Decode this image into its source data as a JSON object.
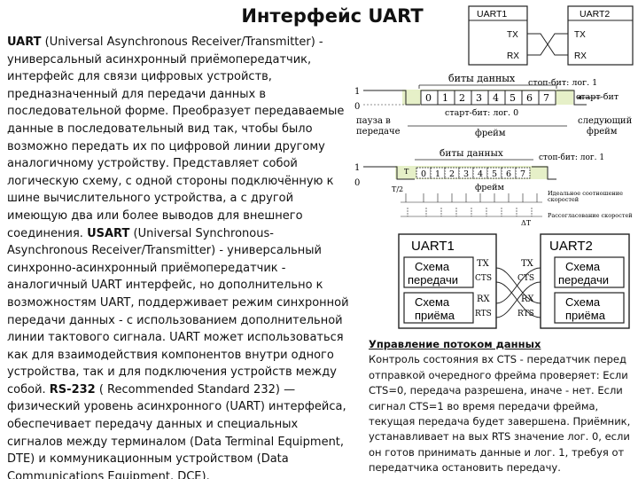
{
  "title": "Интерфейс UART",
  "main_text": {
    "uart_term": "UART",
    "uart_desc": " (Universal Asynchronous Receiver/Transmitter) - универсальный асинхронный приёмопередатчик, интерфейс для связи цифровых устройств, предназначенный для передачи данных в последовательной форме. Преобразует передаваемые данные в последовательный вид так, чтобы было возможно передать их по цифровой линии другому аналогичному устройству. Представляет собой логическую схему, с одной стороны подключённую к шине вычислительного устройства, а с другой имеющую два или более выводов для внешнего соединения. ",
    "usart_term": "USART",
    "usart_desc": " (Universal Synchronous-Asynchronous Receiver/Transmitter) - универсальный синхронно-асинхронный приёмопередатчик - аналогичный UART интерфейс, но дополнительно к возможностям UART, поддерживает режим синхронной передачи данных - с использованием дополнительной линии тактового сигнала. UART может использоваться как для взаимодействия компонентов внутри одного устройства, так и для подключения устройств между собой. ",
    "rs_term": "RS-232",
    "rs_desc": " ( Recommended Standard 232) — физический уровень асинхронного (UART) интерфейса, обеспечивает передачу данных и специальных сигналов между терминалом (Data Terminal Equipment, DTE) и коммуникационным устройством (Data Communications Equipment, DCE)."
  },
  "flow_control": {
    "title": "Управление потоком данных",
    "body": "Контроль состояния вх CTS - передатчик перед отправкой очередного фрейма проверяет: Если CTS=0, передача разрешена, иначе - нет. Если сигнал CTS=1 во время передачи фрейма, текущая передача будет завершена. Приёмник, устанавливает на вых RTS значение лог. 0, если он готов принимать данные и лог. 1, требуя от передатчика остановить передачу."
  },
  "connection_diagram": {
    "left_title": "UART1",
    "right_title": "UART2",
    "left_pins": [
      "TX",
      "RX"
    ],
    "right_pins": [
      "TX",
      "RX"
    ]
  },
  "frame_diagram": {
    "data_bits_label": "биты данных",
    "bits": [
      "0",
      "1",
      "2",
      "3",
      "4",
      "5",
      "6",
      "7"
    ],
    "level_high": "1",
    "level_low": "0",
    "stop_bit_label": "стоп-бит: лог. 1",
    "start_bit_right_label": "старт-бит",
    "start_bit_label": "старт-бит: лог. 0",
    "pause_label_1": "пауза в",
    "pause_label_2": "передаче",
    "frame_label": "фрейм",
    "next_frame_label_1": "следующий",
    "next_frame_label_2": "фрейм"
  },
  "timing_diagram": {
    "data_bits_label": "биты данных",
    "stop_bit_label": "стоп-бит: лог. 1",
    "level_high": "1",
    "level_low": "0",
    "t_label": "T",
    "bits": [
      "0",
      "1",
      "2",
      "3",
      "4",
      "5",
      "6",
      "7"
    ],
    "frame_label": "фрейм",
    "half_t_label": "T/2",
    "ideal_label_1": "Идеальное соотношение",
    "ideal_label_2": "скоростей",
    "mismatch_label": "Рассогласование скоростей",
    "delta_t_label": "ΔT"
  },
  "flow_diagram": {
    "left_title": "UART1",
    "right_title": "UART2",
    "tx_block": [
      "Схема",
      "передачи"
    ],
    "rx_block": [
      "Схема",
      "приёма"
    ],
    "left_pins": [
      "TX",
      "CTS",
      "RX",
      "RTS"
    ],
    "right_pins": [
      "TX",
      "CTS",
      "RX",
      "RTS"
    ]
  }
}
